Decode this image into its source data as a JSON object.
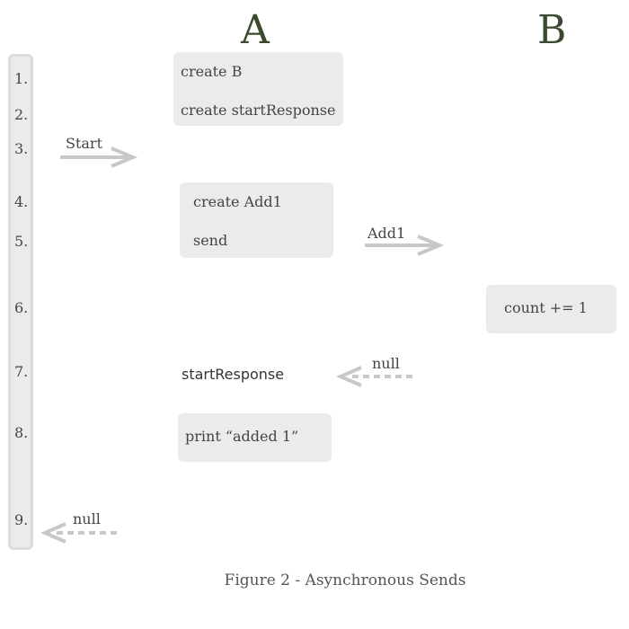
{
  "columns": {
    "a": "A",
    "b": "B"
  },
  "steps": [
    "1.",
    "2.",
    "3.",
    "4.",
    "5.",
    "6.",
    "7.",
    "8.",
    "9."
  ],
  "boxes": {
    "a_create": {
      "line1": "create  B",
      "line2": "create startResponse"
    },
    "a_add": {
      "line1": "create Add1",
      "line2": "send"
    },
    "b_count": {
      "line1": "count += 1"
    },
    "a_print": {
      "line1": "print “added 1”"
    }
  },
  "labels": {
    "start_response": "startResponse"
  },
  "arrows": {
    "start": "Start",
    "add1": "Add1",
    "null_b_to_a": "null",
    "null_return": "null"
  },
  "caption": "Figure 2 - Asynchronous Sends",
  "colors": {
    "box_fill": "#ebebeb",
    "arrow": "#c8c8c8",
    "header": "#3a4a2e"
  }
}
